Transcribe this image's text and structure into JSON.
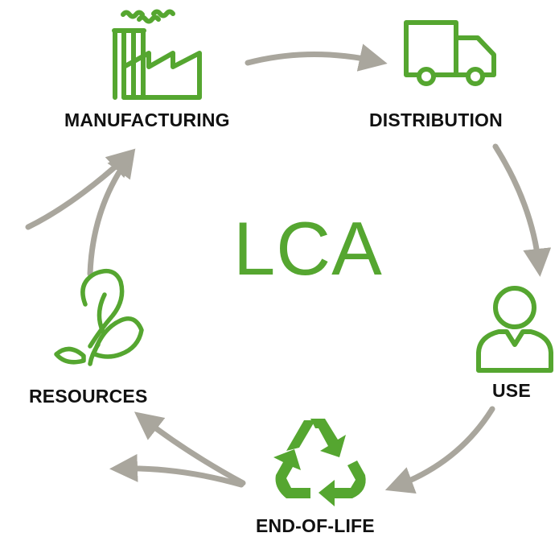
{
  "center_title": "LCA",
  "stages": {
    "manufacturing": "MANUFACTURING",
    "distribution": "DISTRIBUTION",
    "use": "USE",
    "end_of_life": "END-OF-LIFE",
    "resources": "RESOURCES"
  },
  "colors": {
    "icon_green": "#55a630",
    "arrow_gray": "#a9a69d",
    "label_text": "#111111"
  },
  "icons": [
    "factory-icon",
    "truck-icon",
    "user-icon",
    "recycle-icon",
    "leaf-plant-icon"
  ]
}
